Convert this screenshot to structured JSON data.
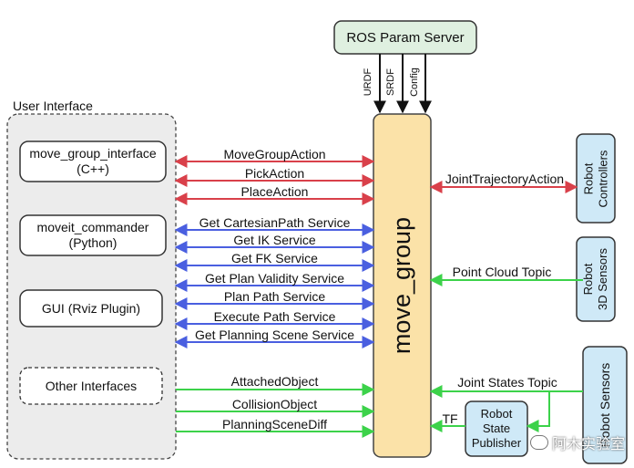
{
  "param_server": {
    "label": "ROS Param Server",
    "params": [
      "URDF",
      "SRDF",
      "Config"
    ]
  },
  "user_interface": {
    "title": "User Interface",
    "boxes": [
      {
        "line1": "move_group_interface",
        "line2": "(C++)"
      },
      {
        "line1": "moveit_commander",
        "line2": "(Python)"
      },
      {
        "line1": "GUI (Rviz Plugin)",
        "line2": ""
      },
      {
        "line1": "Other Interfaces",
        "line2": ""
      }
    ]
  },
  "core": {
    "label": "move_group"
  },
  "actions": [
    "MoveGroupAction",
    "PickAction",
    "PlaceAction"
  ],
  "services": [
    "Get CartesianPath Service",
    "Get IK Service",
    "Get FK Service",
    "Get Plan Validity Service",
    "Plan Path Service",
    "Execute Path Service",
    "Get Planning Scene Service"
  ],
  "topics": [
    "AttachedObject",
    "CollisionObject",
    "PlanningSceneDiff"
  ],
  "robot": {
    "controllers": {
      "line1": "Robot",
      "line2": "Controllers"
    },
    "sensors_3d": {
      "line1": "Robot",
      "line2": "3D Sensors"
    },
    "sensors": {
      "label": "Robot Sensors"
    },
    "state_publisher": {
      "line1": "Robot",
      "line2": "State",
      "line3": "Publisher"
    }
  },
  "robot_links": {
    "trajectory": "JointTrajectoryAction",
    "point_cloud": "Point Cloud Topic",
    "joint_states": "Joint States Topic",
    "tf": "TF"
  },
  "colors": {
    "action": "#d9404a",
    "service": "#4a5fe0",
    "topic": "#3cd24a",
    "core": "#fbe2a8",
    "box": "#dff0e0",
    "robot_box": "#cfe9f7"
  },
  "watermark": "阿木实验室"
}
